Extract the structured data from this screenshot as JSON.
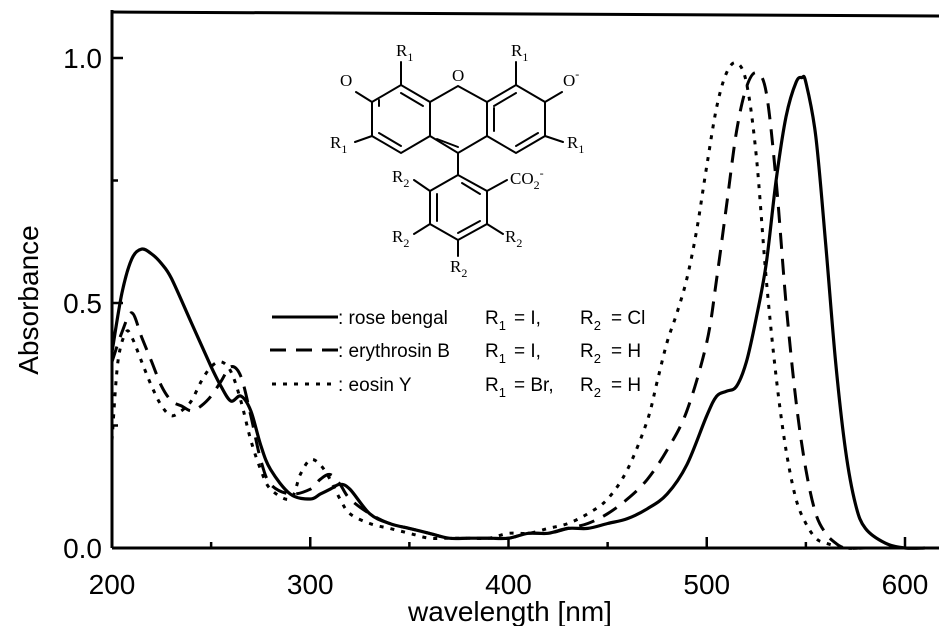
{
  "chart_data": {
    "type": "line",
    "xlabel": "wavelength [nm]",
    "ylabel": "Absorbance",
    "xlim": [
      200,
      620
    ],
    "ylim": [
      0.0,
      1.05
    ],
    "x_ticks": [
      200,
      300,
      400,
      500,
      600
    ],
    "x_tick_labels": [
      "200",
      "300",
      "400",
      "500",
      "600"
    ],
    "y_ticks": [
      0.0,
      0.5,
      1.0
    ],
    "y_tick_labels": [
      "0.0",
      "0.5",
      "1.0"
    ],
    "grid": false,
    "legend_position": "center-left",
    "series": [
      {
        "name": "rose bengal",
        "style": "solid",
        "legend_prefix": ": rose bengal",
        "legend_r1": "= I,",
        "legend_r2": "= Cl",
        "x": [
          200,
          205,
          210,
          215,
          220,
          225,
          230,
          240,
          250,
          255,
          260,
          265,
          270,
          275,
          280,
          290,
          300,
          305,
          310,
          315,
          320,
          330,
          340,
          350,
          360,
          370,
          380,
          390,
          400,
          410,
          420,
          430,
          440,
          450,
          460,
          470,
          480,
          490,
          500,
          505,
          510,
          515,
          520,
          525,
          530,
          535,
          540,
          545,
          548,
          550,
          555,
          560,
          565,
          570,
          575,
          580,
          590,
          600,
          610,
          620
        ],
        "y": [
          0.4,
          0.52,
          0.59,
          0.61,
          0.6,
          0.58,
          0.55,
          0.46,
          0.37,
          0.33,
          0.3,
          0.31,
          0.28,
          0.21,
          0.16,
          0.11,
          0.1,
          0.11,
          0.12,
          0.13,
          0.12,
          0.07,
          0.05,
          0.04,
          0.03,
          0.02,
          0.02,
          0.02,
          0.02,
          0.03,
          0.03,
          0.04,
          0.04,
          0.05,
          0.06,
          0.08,
          0.11,
          0.17,
          0.27,
          0.31,
          0.32,
          0.33,
          0.38,
          0.47,
          0.58,
          0.75,
          0.88,
          0.95,
          0.96,
          0.95,
          0.84,
          0.62,
          0.38,
          0.2,
          0.09,
          0.04,
          0.01,
          0.0,
          0.0,
          0.0
        ]
      },
      {
        "name": "erythrosin B",
        "style": "dashed",
        "legend_prefix": ": erythrosin B",
        "legend_r1": "= I,",
        "legend_r2": "= H",
        "x": [
          200,
          205,
          210,
          215,
          220,
          225,
          230,
          235,
          240,
          245,
          250,
          255,
          260,
          265,
          270,
          275,
          280,
          290,
          300,
          305,
          310,
          315,
          320,
          330,
          340,
          350,
          360,
          370,
          380,
          390,
          400,
          410,
          420,
          430,
          440,
          450,
          460,
          470,
          480,
          490,
          500,
          505,
          510,
          515,
          520,
          525,
          530,
          535,
          540,
          545,
          550,
          555,
          560,
          565,
          570,
          580,
          590,
          600,
          620
        ],
        "y": [
          0.38,
          0.44,
          0.48,
          0.43,
          0.38,
          0.33,
          0.3,
          0.29,
          0.28,
          0.29,
          0.31,
          0.34,
          0.37,
          0.35,
          0.27,
          0.18,
          0.13,
          0.11,
          0.12,
          0.14,
          0.15,
          0.13,
          0.1,
          0.07,
          0.05,
          0.04,
          0.03,
          0.02,
          0.02,
          0.02,
          0.02,
          0.03,
          0.03,
          0.04,
          0.05,
          0.07,
          0.1,
          0.14,
          0.2,
          0.28,
          0.42,
          0.55,
          0.7,
          0.85,
          0.94,
          0.97,
          0.93,
          0.75,
          0.5,
          0.3,
          0.16,
          0.07,
          0.03,
          0.01,
          0.0,
          0.0,
          0.0,
          0.0,
          0.0
        ]
      },
      {
        "name": "eosin Y",
        "style": "dotted",
        "legend_prefix": ": eosin Y",
        "legend_r1": "= Br,",
        "legend_r2": "= H",
        "x": [
          200,
          203,
          207,
          210,
          215,
          220,
          225,
          230,
          235,
          240,
          245,
          250,
          255,
          260,
          265,
          270,
          275,
          280,
          290,
          295,
          300,
          305,
          310,
          315,
          320,
          330,
          340,
          350,
          360,
          370,
          380,
          390,
          400,
          410,
          420,
          430,
          440,
          450,
          460,
          470,
          475,
          480,
          485,
          490,
          495,
          500,
          505,
          510,
          515,
          520,
          525,
          530,
          535,
          540,
          545,
          550,
          555,
          560,
          570,
          580,
          600,
          620
        ],
        "y": [
          0.22,
          0.38,
          0.44,
          0.43,
          0.38,
          0.33,
          0.29,
          0.27,
          0.28,
          0.3,
          0.34,
          0.37,
          0.38,
          0.36,
          0.3,
          0.22,
          0.16,
          0.12,
          0.1,
          0.15,
          0.18,
          0.17,
          0.14,
          0.1,
          0.07,
          0.05,
          0.04,
          0.03,
          0.02,
          0.02,
          0.02,
          0.02,
          0.03,
          0.03,
          0.04,
          0.05,
          0.07,
          0.1,
          0.16,
          0.26,
          0.34,
          0.42,
          0.48,
          0.55,
          0.65,
          0.78,
          0.9,
          0.97,
          0.99,
          0.95,
          0.8,
          0.55,
          0.35,
          0.2,
          0.1,
          0.05,
          0.02,
          0.01,
          0.0,
          0.0,
          0.0,
          0.0
        ]
      }
    ],
    "annotations": {
      "legend_r1": "R",
      "legend_r1_sub": "1",
      "legend_r2": "R",
      "legend_r2_sub": "2",
      "structure": {
        "atom_O_ring": "O",
        "atom_O_keto": "O",
        "atom_O_anion": "O",
        "anion_charge": "-",
        "carboxylate": "CO",
        "carboxylate_sub": "2",
        "carboxylate_charge": "-",
        "r_label": "R",
        "r1_sub": "1",
        "r2_sub": "2"
      }
    }
  }
}
